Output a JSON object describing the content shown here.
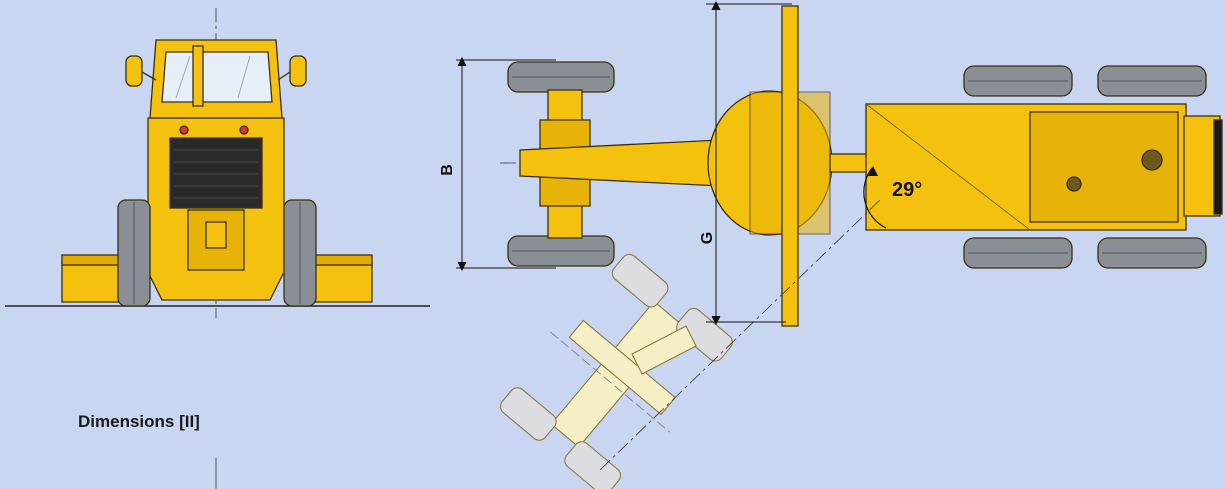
{
  "caption": "Dimensions [II]",
  "labels": {
    "dim_b": "B",
    "dim_g": "G",
    "angle": "29°"
  },
  "colors": {
    "background": "#c9d6f1",
    "machine_yellow": "#f4c10f",
    "machine_yellow_dark": "#d9a400",
    "outline": "#3a2f10",
    "tire": "#8a8f96",
    "tire_dark": "#5e6369",
    "ghost_fill": "#f6efc6",
    "ghost_tire": "#dcdde0",
    "radiator": "#2a2a2a",
    "glass": "#e6eef7"
  },
  "icons": [
    "front-view-grader-illustration",
    "top-view-grader-illustration",
    "articulated-ghost-illustration"
  ]
}
